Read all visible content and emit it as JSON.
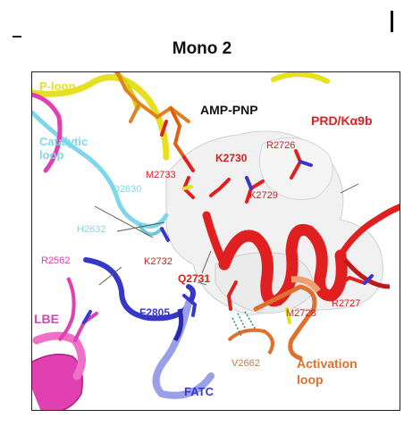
{
  "panel": {
    "title": "Mono 2"
  },
  "labels": {
    "p_loop": "P-loop",
    "catalytic_loop": "Catalytic\nloop",
    "amp_pnp": "AMP-PNP",
    "prd": "PRD/Kα9b",
    "r2726": "R2726",
    "k2730": "K2730",
    "m2733": "M2733",
    "d2630": "D2630",
    "k2729": "K2729",
    "h2632": "H2632",
    "r2562": "R2562",
    "k2732": "K2732",
    "q2731": "Q2731",
    "r2727": "R2727",
    "m2728": "M2728",
    "lbe": "LBE",
    "f2805": "F2805",
    "v2662": "V2662",
    "activation_loop": "Activation\nloop",
    "fatc": "FATC"
  },
  "colors": {
    "p_loop": "#e6e020",
    "catalytic_loop": "#7fd8e8",
    "prd_helix": "#e02020",
    "lbe": "#e040b0",
    "fatc": "#3838c8",
    "fatc_light": "#9aa0e8",
    "activation_loop": "#e07030",
    "ligand": "#e08020",
    "residue_label_red": "#d42020",
    "density": "#cfcfcf"
  }
}
